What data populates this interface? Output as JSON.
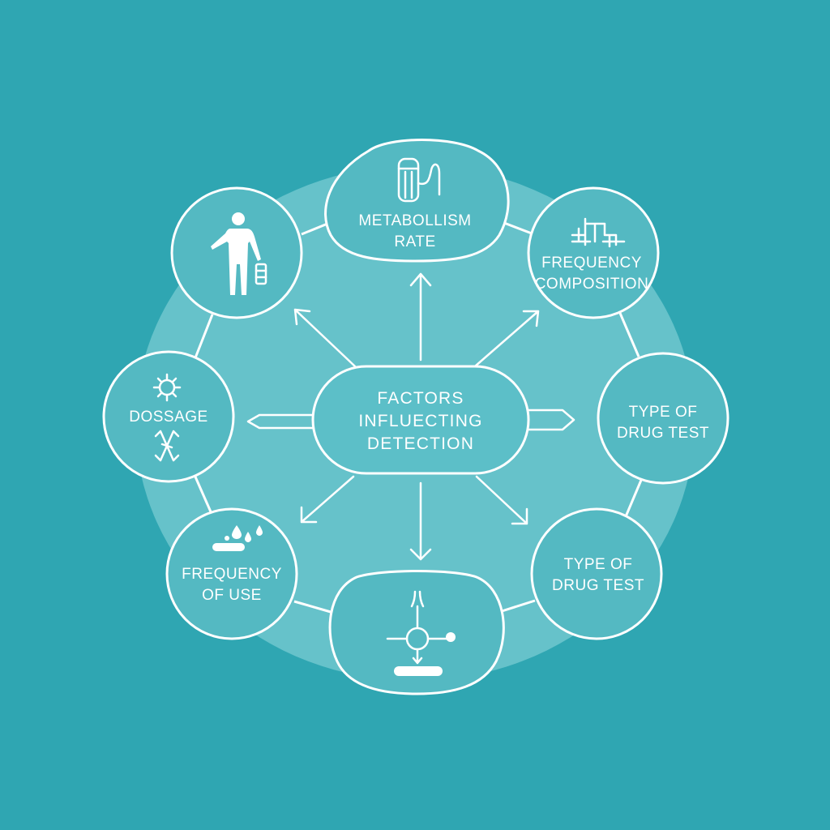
{
  "center": {
    "lines": [
      "FACTORS",
      "INFLUECTING",
      "DETECTION"
    ]
  },
  "nodes": {
    "top": {
      "lines": [
        "METABOLLISM",
        "RATE"
      ],
      "icon": "kidney-icon"
    },
    "top_right": {
      "lines": [
        "FREQUENCY",
        "COMPOSITION"
      ],
      "icon": "pipes-icon"
    },
    "right": {
      "lines": [
        "TYPE OF",
        "DRUG TEST"
      ],
      "icon": ""
    },
    "bottom_right": {
      "lines": [
        "TYPE OF",
        "DRUG TEST"
      ],
      "icon": ""
    },
    "bottom": {
      "lines": [],
      "icon": "lab-apparatus-icon"
    },
    "bottom_left": {
      "lines": [
        "FREQUENCY",
        "OF USE"
      ],
      "icon": "droplets-icon"
    },
    "left": {
      "lines": [
        "DOSSAGE"
      ],
      "icon": "virus-and-neuron-icon"
    },
    "top_left": {
      "lines": [],
      "icon": "person-with-container-icon"
    }
  },
  "colors": {
    "background": "#2fa6b2",
    "halo": "#68c3cb",
    "node_fill": "#54b9c2",
    "stroke": "#ffffff"
  }
}
